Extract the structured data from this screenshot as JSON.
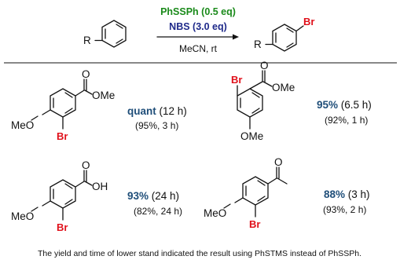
{
  "scheme": {
    "reagent_top": "PhSSPh (0.5 eq)",
    "reagent_top_color": "#1a8a1a",
    "reagent_mid": "NBS (3.0 eq)",
    "reagent_mid_color": "#1f2a8a",
    "conditions": "MeCN, rt",
    "reactant_label": "R",
    "product_label": "R",
    "product_substituent": "Br"
  },
  "examples": [
    {
      "atoms": {
        "ester": "OMe",
        "carbonyl_o": "O",
        "methoxy": "MeO",
        "halogen": "Br"
      },
      "yield_bold": "quant",
      "yield_time": " (12 h)",
      "alt": "(95%, 3 h)"
    },
    {
      "atoms": {
        "ester": "OMe",
        "carbonyl_o": "O",
        "methoxy": "OMe",
        "halogen": "Br"
      },
      "yield_bold": "95%",
      "yield_time": " (6.5 h)",
      "alt": "(92%, 1 h)"
    },
    {
      "atoms": {
        "acid": "OH",
        "carbonyl_o": "O",
        "methoxy": "MeO",
        "halogen": "Br"
      },
      "yield_bold": "93%",
      "yield_time": " (24 h)",
      "alt": "(82%, 24 h)"
    },
    {
      "atoms": {
        "carbonyl_o": "O",
        "methoxy": "MeO",
        "halogen": "Br"
      },
      "yield_bold": "88%",
      "yield_time": " (3 h)",
      "alt": "(93%, 2 h)"
    }
  ],
  "colors": {
    "halogen": "#e0101a",
    "yield": "#1f4e79"
  },
  "footnote": "The yield and time of lower stand indicated the result using PhSTMS instead of PhSSPh."
}
